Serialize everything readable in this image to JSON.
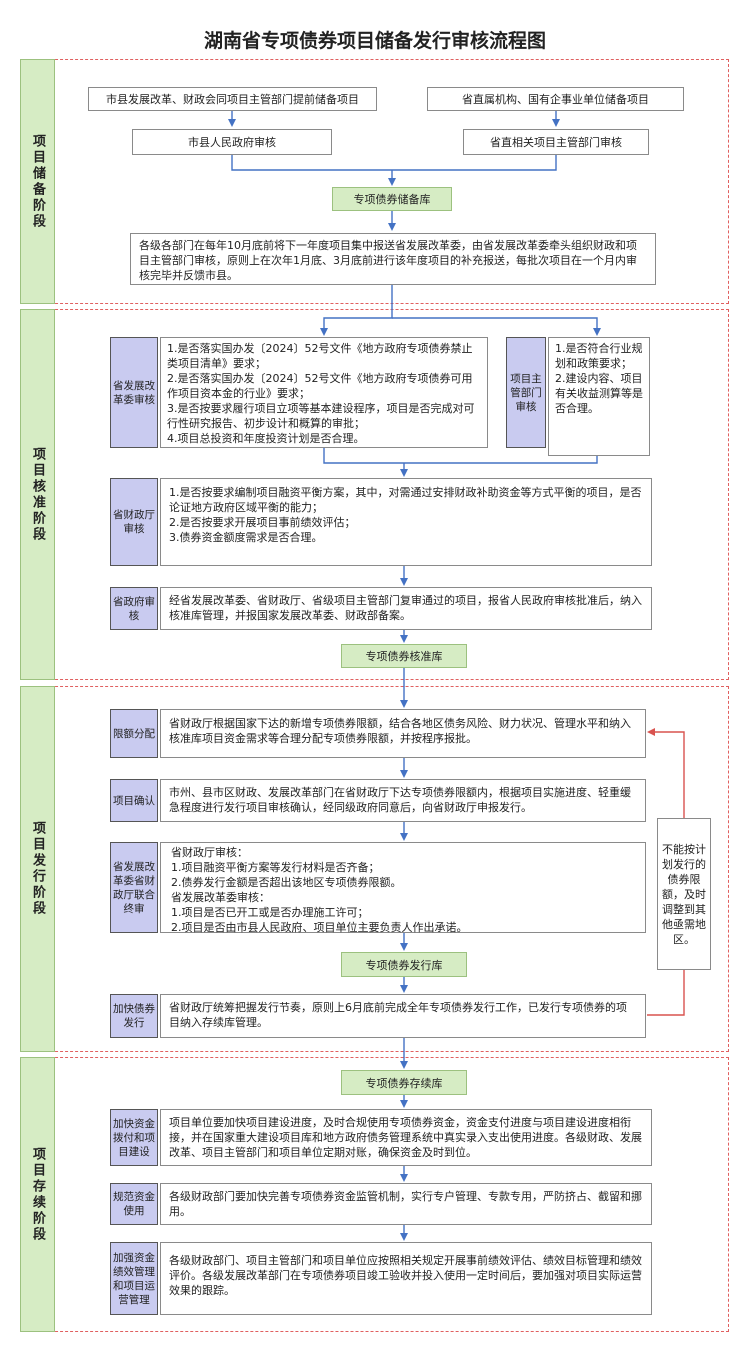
{
  "title": "湖南省专项债券项目储备发行审核流程图",
  "stages": {
    "s1": "项目储备阶段",
    "s2": "项目核准阶段",
    "s3": "项目发行阶段",
    "s4": "项目存续阶段"
  },
  "reserve": {
    "city_dept": "市县发展改革、财政会同项目主管部门提前储备项目",
    "prov_dept": "省直属机构、国有企事业单位储备项目",
    "city_gov": "市县人民政府审核",
    "prov_auth": "省直相关项目主管部门审核",
    "pool": "专项债券储备库",
    "desc": "各级各部门在每年10月底前将下一年度项目集中报送省发展改革委，由省发展改革委牵头组织财政和项目主管部门审核，原则上在次年1月底、3月底前进行该年度项目的补充报送，每批次项目在一个月内审核完毕并反馈市县。"
  },
  "approval": {
    "ndrc_label": "省发展改革委审核",
    "ndrc_text": "1.是否落实国办发〔2024〕52号文件《地方政府专项债券禁止类项目清单》要求；\n2.是否落实国办发〔2024〕52号文件《地方政府专项债券可用作项目资本金的行业》要求；\n3.是否按要求履行项目立项等基本建设程序，项目是否完成对可行性研究报告、初步设计和概算的审批；\n4.项目总投资和年度投资计划是否合理。",
    "mgr_label": "项目主管部门审核",
    "mgr_text": "1.是否符合行业规划和政策要求；\n2.建设内容、项目有关收益测算等是否合理。",
    "fin_label": "省财政厅审核",
    "fin_text": "1.是否按要求编制项目融资平衡方案，其中，对需通过安排财政补助资金等方式平衡的项目，是否论证地方政府区域平衡的能力；\n2.是否按要求开展项目事前绩效评估；\n3.债券资金额度需求是否合理。",
    "gov_label": "省政府审核",
    "gov_text": "经省发展改革委、省财政厅、省级项目主管部门复审通过的项目，报省人民政府审核批准后，纳入核准库管理，并报国家发展改革委、财政部备案。",
    "pool": "专项债券核准库"
  },
  "issuance": {
    "quota_label": "限额分配",
    "quota_text": "省财政厅根据国家下达的新增专项债券限额，结合各地区债务风险、财力状况、管理水平和纳入核准库项目资金需求等合理分配专项债券限额，并按程序报批。",
    "confirm_label": "项目确认",
    "confirm_text": "市州、县市区财政、发展改革部门在省财政厅下达专项债券限额内，根据项目实施进度、轻重缓急程度进行发行项目审核确认，经同级政府同意后，向省财政厅申报发行。",
    "joint_label": "省发展改革委省财政厅联合终审",
    "joint_text": "省财政厅审核：\n1.项目融资平衡方案等发行材料是否齐备；\n2.债券发行金额是否超出该地区专项债券限额。\n省发展改革委审核：\n1.项目是否已开工或是否办理施工许可；\n2.项目是否由市县人民政府、项目单位主要负责人作出承诺。",
    "pool": "专项债券发行库",
    "speed_label": "加快债券发行",
    "speed_text": "省财政厅统筹把握发行节奏，原则上6月底前完成全年专项债券发行工作，已发行专项债券的项目纳入存续库管理。",
    "side_note": "不能按计划发行的债券限额，及时调整到其他亟需地区。"
  },
  "existence": {
    "pool": "专项债券存续库",
    "build_label": "加快资金拨付和项目建设",
    "build_text": "项目单位要加快项目建设进度，及时合规使用专项债券资金，资金支付进度与项目建设进度相衔接，并在国家重大建设项目库和地方政府债务管理系统中真实录入支出使用进度。各级财政、发展改革、项目主管部门和项目单位定期对账，确保资金及时到位。",
    "use_label": "规范资金使用",
    "use_text": "各级财政部门要加快完善专项债券资金监管机制，实行专户管理、专款专用，严防挤占、截留和挪用。",
    "perf_label": "加强资金绩效管理和项目运营管理",
    "perf_text": "各级财政部门、项目主管部门和项目单位应按照相关规定开展事前绩效评估、绩效目标管理和绩效评价。各级发展改革部门在专项债券项目竣工验收并投入使用一定时间后，要加强对项目实际运营效果的跟踪。"
  },
  "colors": {
    "arrow_blue": "#4472c4",
    "arrow_red": "#d9534f",
    "stage_green": "#d6ecc4",
    "label_purple": "#c9cbf0",
    "dash_red": "#e06060"
  }
}
